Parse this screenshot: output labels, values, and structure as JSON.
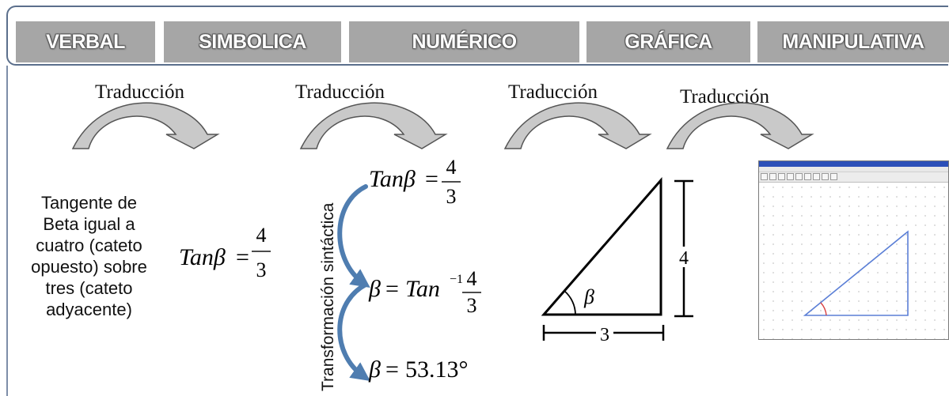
{
  "tabs": [
    "VERBAL",
    "SIMBOLICA",
    "NUMÉRICO",
    "GRÁFICA",
    "MANIPULATIVA"
  ],
  "translation_label": "Traducción",
  "verbal_description": "Tangente de Beta igual a cuatro (cateto opuesto) sobre tres (cateto adyacente)",
  "symbolic": {
    "lhs": "Tanβ",
    "eq": "=",
    "num": "4",
    "den": "3"
  },
  "numeric": {
    "side_label": "Transformación sintáctica",
    "step1": {
      "lhs": "Tanβ",
      "eq": "=",
      "num": "4",
      "den": "3"
    },
    "step2": {
      "beta": "β",
      "eq": "=",
      "fn": "Tan",
      "sup": "−1",
      "num": "4",
      "den": "3"
    },
    "step3": {
      "beta": "β",
      "eq": "=",
      "value": "53.13°"
    }
  },
  "graph": {
    "angle_label": "β",
    "height_label": "4",
    "base_label": "3"
  },
  "colors": {
    "tab_bg": "#a6a6a6",
    "frame": "#5b6f8c",
    "curly_arrow": "#4f7db0",
    "ss_triangle": "#5b7fd6"
  }
}
